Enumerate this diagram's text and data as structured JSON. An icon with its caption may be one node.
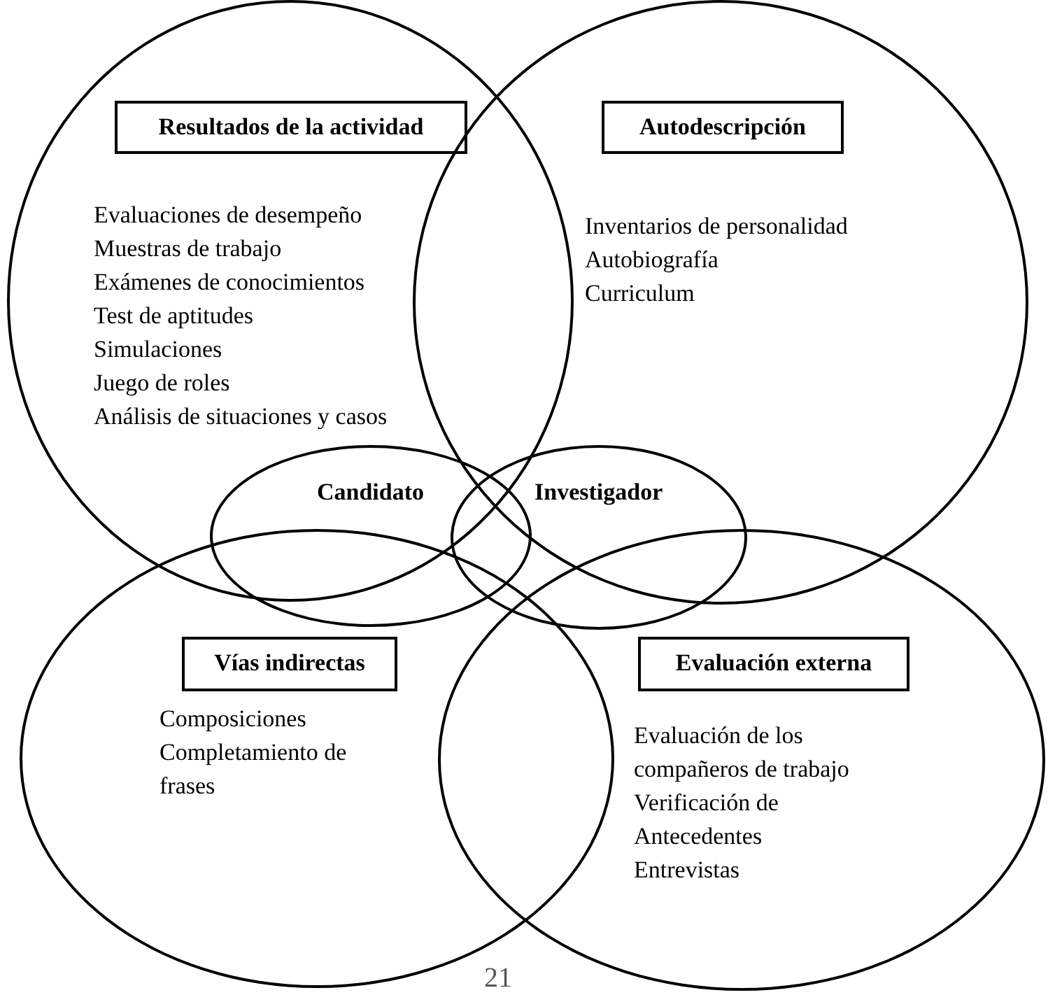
{
  "diagram": {
    "nodes": [
      {
        "text": [
          "Evaluaciones de desempeño",
          "Muestras de trabajo",
          "Exámenes de conocimientos",
          "Test de aptitudes",
          "Simulaciones",
          "Juego de roles",
          "Análisis de situaciones y casos"
        ]
      },
      {
        "text": [
          "Resultados de la actividad"
        ],
        "in": 0
      },
      {
        "text": [
          "Inventarios  de personalidad",
          "Autobiografía",
          "Curriculum"
        ]
      },
      {
        "text": [
          "Autodescripción"
        ],
        "in": 2
      },
      {
        "text": [
          "Composiciones",
          "Completamiento de frases"
        ]
      },
      {
        "text": [
          "Vías indirectas"
        ],
        "in": 4
      },
      {
        "text": [
          "Evaluación de los compañeros de trabajo",
          "Verificación de Antecedentes",
          "Entrevistas"
        ]
      },
      {
        "text": [
          "Evaluación externa"
        ],
        "in": 6
      },
      {
        "text": [
          "Candidato"
        ]
      },
      {
        "text": [
          "Investigador"
        ]
      }
    ],
    "edges": [],
    "labels": [
      "21"
    ]
  }
}
